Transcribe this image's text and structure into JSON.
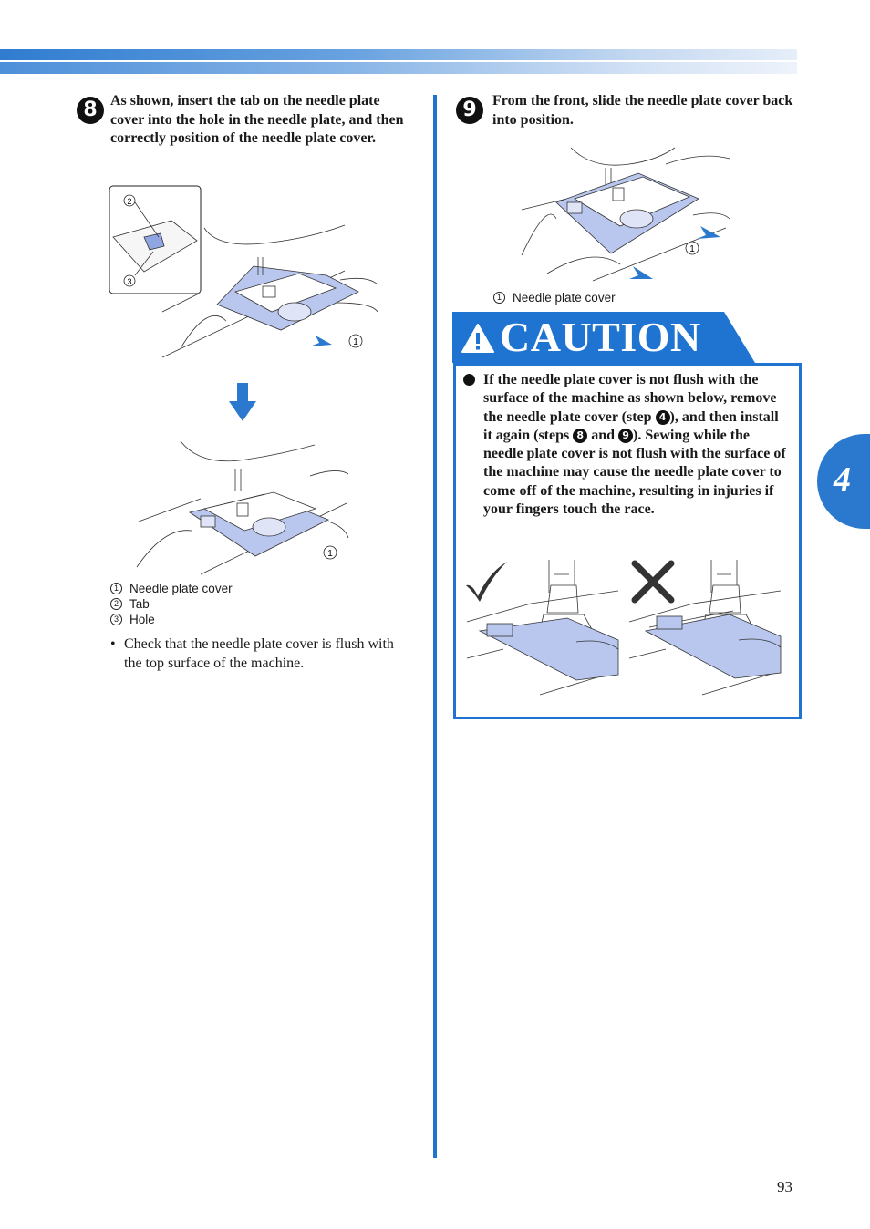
{
  "chapter_tab": "4",
  "page_number": "93",
  "step8": {
    "number": "8",
    "text": "As shown, insert the tab on the needle plate cover into the hole in the needle plate, and then correctly position of the needle plate cover.",
    "callouts": {
      "one": "1",
      "two": "2",
      "three": "3"
    },
    "legend": [
      {
        "num": "1",
        "label": "Needle plate cover"
      },
      {
        "num": "2",
        "label": "Tab"
      },
      {
        "num": "3",
        "label": "Hole"
      }
    ],
    "note": "Check that the needle plate cover is flush with the top surface of the machine."
  },
  "step9": {
    "number": "9",
    "text": "From the front, slide the needle plate cover back into position.",
    "callout": "1",
    "legend": [
      {
        "num": "1",
        "label": "Needle plate cover"
      }
    ]
  },
  "caution": {
    "title": "CAUTION",
    "text_parts": [
      "If the needle plate cover is not flush with the surface of the machine as shown below, remove the needle plate cover (step ",
      "4",
      "), and then install it again (steps ",
      "8",
      " and ",
      "9",
      "). Sewing while the needle plate cover is not flush with the surface of the machine may cause the needle plate cover to come off of the machine, resulting in injuries if your fingers touch the race."
    ]
  },
  "colors": {
    "accent": "#1f74d1",
    "cover_fill": "#b9c7ee",
    "tab": "#2b79cf"
  },
  "icons": [
    "warning-triangle-icon",
    "check-mark-icon",
    "cross-mark-icon",
    "arrow-down-icon",
    "push-arrow-icon"
  ]
}
